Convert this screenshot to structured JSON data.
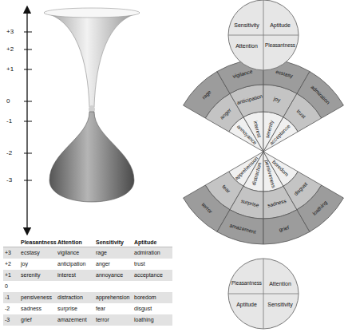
{
  "diagram": {
    "nodes": [
      {
        "text": [
          "Sensitivity"
        ]
      },
      {
        "text": [
          "Aptitude"
        ]
      },
      {
        "text": [
          "Attention"
        ]
      },
      {
        "text": [
          "Pleasantness"
        ]
      },
      {
        "text": [
          "rage"
        ]
      },
      {
        "text": [
          "vigilance"
        ]
      },
      {
        "text": [
          "ecstasy"
        ]
      },
      {
        "text": [
          "admiration"
        ]
      },
      {
        "text": [
          "anger"
        ]
      },
      {
        "text": [
          "anticipation"
        ]
      },
      {
        "text": [
          "joy"
        ]
      },
      {
        "text": [
          "trust"
        ]
      },
      {
        "text": [
          "annoyance"
        ]
      },
      {
        "text": [
          "interest"
        ]
      },
      {
        "text": [
          "serenity"
        ]
      },
      {
        "text": [
          "acceptance"
        ]
      },
      {
        "text": [
          "apprehension"
        ]
      },
      {
        "text": [
          "distraction"
        ]
      },
      {
        "text": [
          "pensiveness"
        ]
      },
      {
        "text": [
          "boredom"
        ]
      },
      {
        "text": [
          "fear"
        ]
      },
      {
        "text": [
          "surprise"
        ]
      },
      {
        "text": [
          "sadness"
        ]
      },
      {
        "text": [
          "disgust"
        ]
      },
      {
        "text": [
          "terror"
        ]
      },
      {
        "text": [
          "amazement"
        ]
      },
      {
        "text": [
          "grief"
        ]
      },
      {
        "text": [
          "loathing"
        ]
      },
      {
        "text": [
          "Pleasantness"
        ]
      },
      {
        "text": [
          "Attention"
        ]
      },
      {
        "text": [
          "Aptitude"
        ]
      },
      {
        "text": [
          "Sensitivity"
        ]
      }
    ],
    "labels": [
      "+3",
      "+2",
      "+1",
      "0",
      "-1",
      "-2",
      "-3",
      "Pleasantness",
      "Attention",
      "Sensitivity",
      "Aptitude",
      "+3",
      "ecstasy",
      "vigilance",
      "rage",
      "admiration",
      "+2",
      "joy",
      "anticipation",
      "anger",
      "trust",
      "+1",
      "serenity",
      "interest",
      "annoyance",
      "acceptance",
      "0",
      "-1",
      "pensiveness",
      "distraction",
      "apprehension",
      "boredom",
      "-2",
      "sadness",
      "surprise",
      "fear",
      "disgust",
      "-3",
      "grief",
      "amazement",
      "terror",
      "loathing"
    ]
  }
}
